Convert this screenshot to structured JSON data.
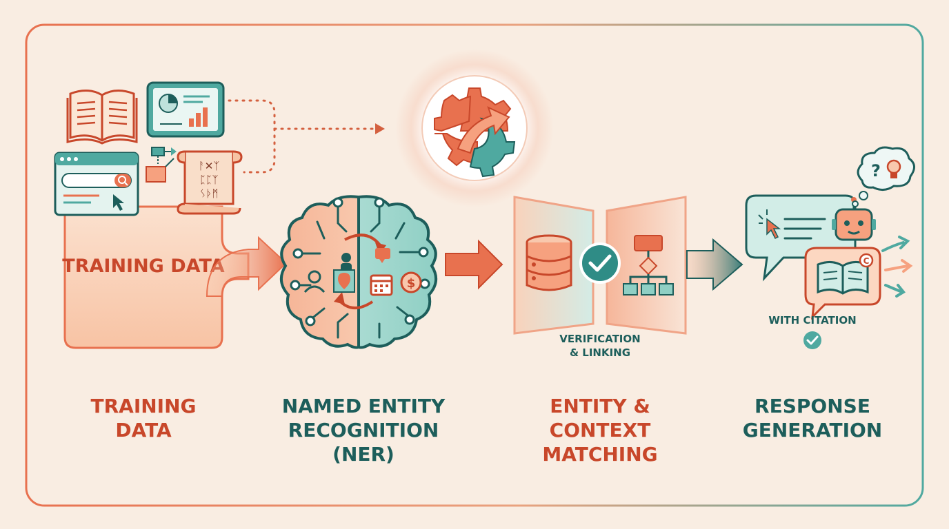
{
  "colors": {
    "background": "#f9ede2",
    "orange": "#e8714f",
    "dark_orange": "#c8472a",
    "peach": "#f8c8ad",
    "teal": "#4fa9a0",
    "dark_teal": "#1d5e5b",
    "light_teal": "#bfe2dc"
  },
  "panel": {
    "training_label": "TRAINING DATA",
    "scroll_glyphs": [
      "ᚨ✕ᛉ",
      "ᛈᛈᛉ",
      "ᛊᚦᛗ"
    ]
  },
  "verification": {
    "caption_line1": "VERIFICATION",
    "caption_line2": "& LINKING"
  },
  "response": {
    "citation_text": "WITH CITATION",
    "thought_symbol": "?"
  },
  "stages": [
    {
      "line1": "TRAINING",
      "line2": "DATA",
      "line3": ""
    },
    {
      "line1": "NAMED ENTITY",
      "line2": "RECOGNITION",
      "line3": "(NER)"
    },
    {
      "line1": "ENTITY &",
      "line2": "CONTEXT",
      "line3": "MATCHING"
    },
    {
      "line1": "RESPONSE",
      "line2": "GENERATION",
      "line3": ""
    }
  ],
  "icons": [
    "open-book-icon",
    "chart-tablet-icon",
    "browser-search-icon",
    "flowchart-icon",
    "ancient-scroll-icon",
    "gear-cycle-icon",
    "brain-icon",
    "database-icon",
    "checkmark-icon",
    "entity-graph-icon",
    "chat-bubble-icon",
    "robot-icon",
    "thought-bubble-icon",
    "citation-book-icon"
  ]
}
